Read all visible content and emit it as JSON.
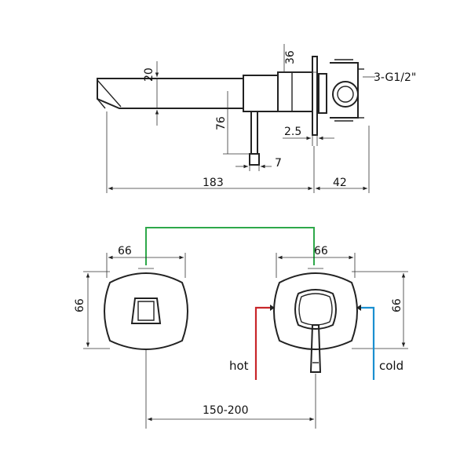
{
  "colors": {
    "line": "#222222",
    "hot": "#c8262a",
    "cold": "#1a8fd0",
    "spacing": "#2ea84a"
  },
  "labels": {
    "dim_20": "20",
    "dim_36": "36",
    "thread": "3-G1/2\"",
    "dim_76": "76",
    "dim_2_5": "2.5",
    "dim_7": "7",
    "dim_183": "183",
    "dim_42": "42",
    "dim_66_left_top": "66",
    "dim_66_left_side": "66",
    "dim_66_right_top": "66",
    "dim_66_right_side": "66",
    "hot": "hot",
    "cold": "cold",
    "center_spacing": "150-200"
  }
}
